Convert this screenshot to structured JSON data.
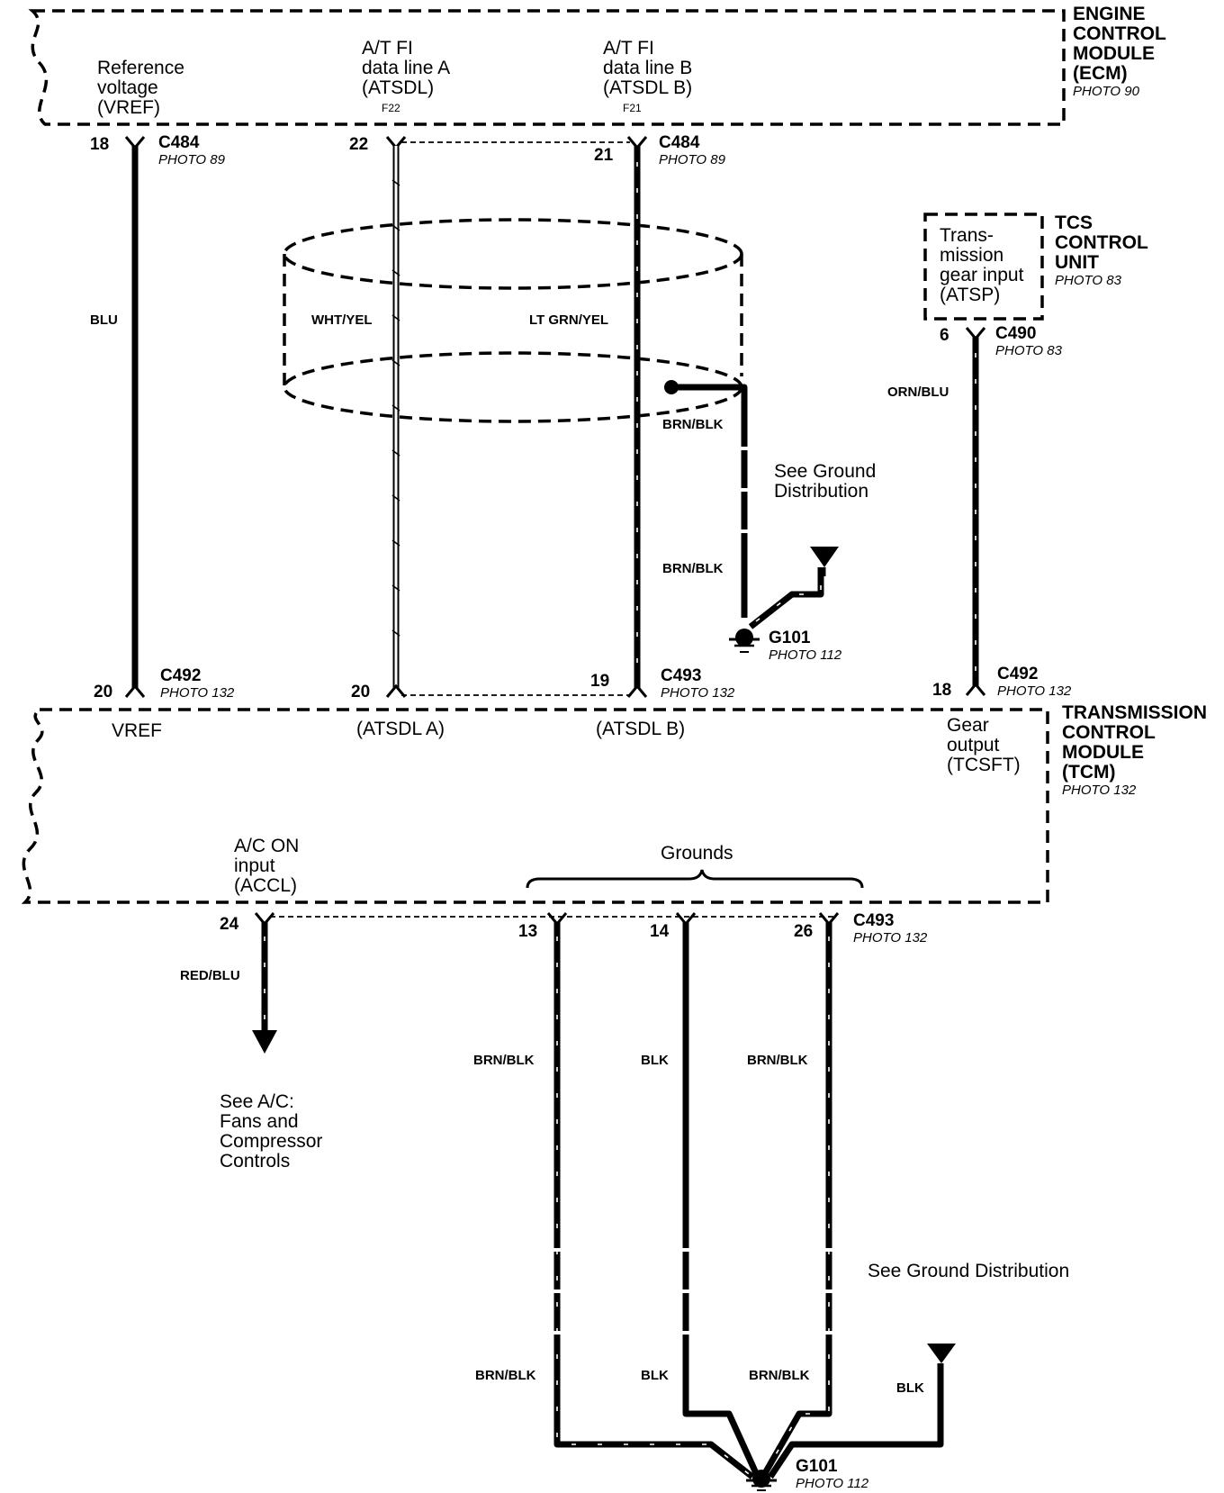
{
  "ecm": {
    "title_lines": [
      "ENGINE",
      "CONTROL",
      "MODULE",
      "(ECM)"
    ],
    "photo": "PHOTO 90",
    "vref_lines": [
      "Reference",
      "voltage",
      "(VREF)"
    ],
    "atsdl_a_lines": [
      "A/T FI",
      "data line A",
      "(ATSDL)"
    ],
    "atsdl_a_code": "F22",
    "atsdl_b_lines": [
      "A/T FI",
      "data line B",
      "(ATSDL B)"
    ],
    "atsdl_b_code": "F21"
  },
  "tcs": {
    "title_lines": [
      "TCS",
      "CONTROL",
      "UNIT"
    ],
    "photo": "PHOTO 83",
    "input_lines": [
      "Trans-",
      "mission",
      "gear input",
      "(ATSP)"
    ]
  },
  "tcm": {
    "title_lines": [
      "TRANSMISSION",
      "CONTROL",
      "MODULE",
      "(TCM)"
    ],
    "photo": "PHOTO 132",
    "vref": "VREF",
    "atsdl_a": "(ATSDL A)",
    "atsdl_b": "(ATSDL B)",
    "gear_lines": [
      "Gear",
      "output",
      "(TCSFT)"
    ],
    "acc_lines": [
      "A/C ON",
      "input",
      "(ACCL)"
    ],
    "grounds": "Grounds"
  },
  "connectors": {
    "c484_left": {
      "pin": "18",
      "name": "C484",
      "photo": "PHOTO 89"
    },
    "c484_mid": {
      "pin": "22"
    },
    "c484_right": {
      "pin": "21",
      "name": "C484",
      "photo": "PHOTO 89"
    },
    "c490": {
      "pin": "6",
      "name": "C490",
      "photo": "PHOTO 83"
    },
    "c492_left": {
      "pin": "20",
      "name": "C492",
      "photo": "PHOTO 132"
    },
    "c492_mid": {
      "pin": "20"
    },
    "c493_upper": {
      "pin": "19",
      "name": "C493",
      "photo": "PHOTO 132"
    },
    "c492_right": {
      "pin": "18",
      "name": "C492",
      "photo": "PHOTO 132"
    },
    "c493_lower": {
      "pins": [
        "24",
        "13",
        "14",
        "26"
      ],
      "name": "C493",
      "photo": "PHOTO 132"
    }
  },
  "wires": {
    "blu": "BLU",
    "wht_yel": "WHT/YEL",
    "lt_grn_yel": "LT GRN/YEL",
    "brn_blk_1": "BRN/BLK",
    "brn_blk_2": "BRN/BLK",
    "orn_blu": "ORN/BLU",
    "red_blu": "RED/BLU",
    "g_brn_blk_13a": "BRN/BLK",
    "g_blk_14a": "BLK",
    "g_brn_blk_26a": "BRN/BLK",
    "g_brn_blk_13b": "BRN/BLK",
    "g_blk_14b": "BLK",
    "g_brn_blk_26b": "BRN/BLK",
    "g_blk_ant": "BLK"
  },
  "grounds": {
    "upper": {
      "name": "G101",
      "photo": "PHOTO 112",
      "note_lines": [
        "See Ground",
        "Distribution"
      ]
    },
    "lower": {
      "name": "G101",
      "photo": "PHOTO 112",
      "note": "See Ground Distribution"
    }
  },
  "ac_ref_lines": [
    "See A/C:",
    "Fans and",
    "Compressor",
    "Controls"
  ]
}
